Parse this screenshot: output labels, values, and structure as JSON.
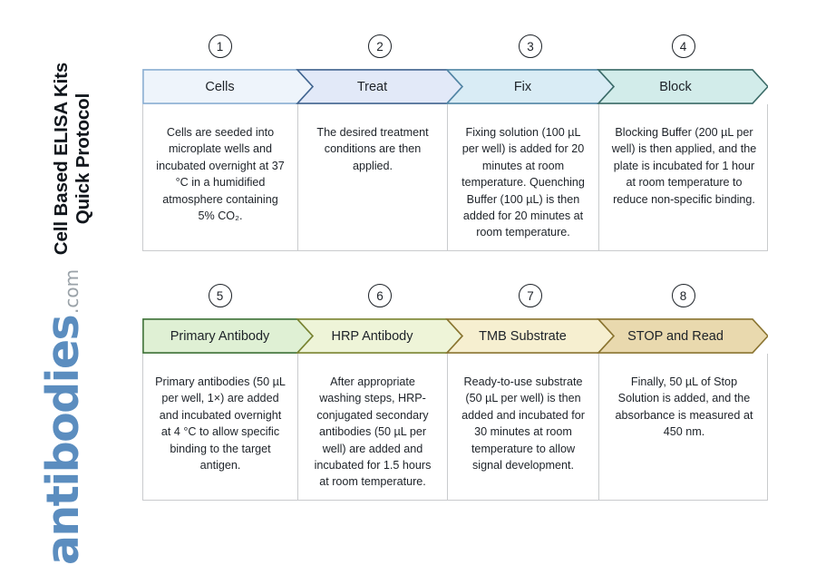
{
  "brand": {
    "title_line1": "Cell Based ELISA Kits",
    "title_line2": "Quick Protocol",
    "logo_name": "antibodies",
    "logo_tld": ".com",
    "logo_color": "#5b8dbf",
    "logo_tld_color": "#9aa2a8"
  },
  "rows": [
    {
      "steps": [
        {
          "number": "1",
          "label": "Cells",
          "fill": "#eef4fb",
          "stroke": "#8aaed2",
          "body": "Cells are seeded into microplate wells and incubated overnight at 37 °C in a humidified atmosphere containing 5% CO₂."
        },
        {
          "number": "2",
          "label": "Treat",
          "fill": "#e2e9f8",
          "stroke": "#41648f",
          "body": "The desired treatment conditions are then applied."
        },
        {
          "number": "3",
          "label": "Fix",
          "fill": "#d9ecf5",
          "stroke": "#5286a5",
          "body": "Fixing solution (100 µL per well) is added for 20 minutes at room temperature. Quenching Buffer (100 µL) is then added for 20 minutes at room temperature."
        },
        {
          "number": "4",
          "label": "Block",
          "fill": "#d2ecea",
          "stroke": "#3b6b67",
          "body": "Blocking Buffer (200 µL per well) is then applied, and the plate is incubated for 1 hour at room temperature to reduce non-specific binding."
        }
      ]
    },
    {
      "steps": [
        {
          "number": "5",
          "label": "Primary Antibody",
          "fill": "#dff0d4",
          "stroke": "#3d7136",
          "body": "Primary antibodies (50 µL per well, 1×) are added and incubated overnight at 4 °C to allow specific binding to the target antigen."
        },
        {
          "number": "6",
          "label": "HRP Antibody",
          "fill": "#eef4d8",
          "stroke": "#7a8330",
          "body": "After appropriate washing steps, HRP-conjugated secondary antibodies (50 µL per well) are added and incubated for 1.5 hours at room temperature."
        },
        {
          "number": "7",
          "label": "TMB Substrate",
          "fill": "#f6efd0",
          "stroke": "#8a7430",
          "body": "Ready-to-use substrate (50 µL per well) is then added and incubated for 30 minutes at room temperature to allow signal development."
        },
        {
          "number": "8",
          "label": "STOP and Read",
          "fill": "#e9d9ae",
          "stroke": "#8a7430",
          "body": "Finally, 50 µL of Stop Solution is added, and the absorbance is measured at 450 nm."
        }
      ]
    }
  ]
}
